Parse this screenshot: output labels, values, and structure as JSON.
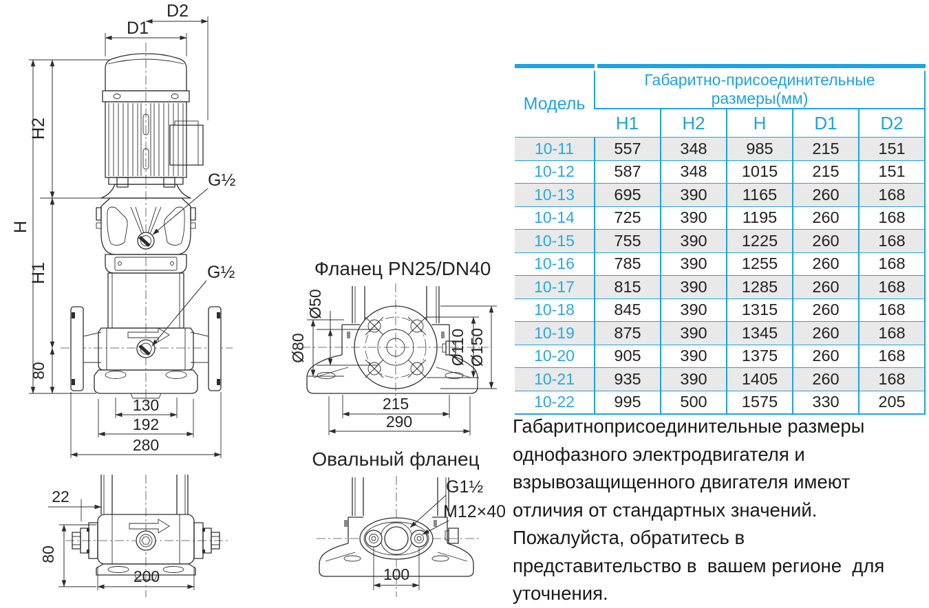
{
  "drawing": {
    "main_view": {
      "dims": {
        "d2": "D2",
        "d1": "D1",
        "h2": "H2",
        "h": "H",
        "h1": "H1",
        "v80": "80",
        "b130": "130",
        "b192": "192",
        "b280": "280"
      },
      "port_top": "G½",
      "port_mid": "G½"
    },
    "bottom_view": {
      "dims": {
        "v22": "22",
        "v80": "80",
        "b200": "200"
      }
    },
    "flange_view": {
      "title": "Фланец PN25/DN40",
      "dims": {
        "d50": "Ø50",
        "d80": "Ø80",
        "d110": "Ø110",
        "d150": "Ø150",
        "b215": "215",
        "b290": "290"
      }
    },
    "oval_view": {
      "title": "Овальный фланец",
      "thread": "G1½",
      "bolt": "M12×40",
      "dims": {
        "b100": "100"
      }
    }
  },
  "table": {
    "model_header": "Модель",
    "group_header": "Габаритно-присоединительные размеры(мм)",
    "columns": [
      "H1",
      "H2",
      "H",
      "D1",
      "D2"
    ],
    "rows": [
      {
        "model": "10-11",
        "h1": "557",
        "h2": "348",
        "h": "985",
        "d1": "215",
        "d2": "151"
      },
      {
        "model": "10-12",
        "h1": "587",
        "h2": "348",
        "h": "1015",
        "d1": "215",
        "d2": "151"
      },
      {
        "model": "10-13",
        "h1": "695",
        "h2": "390",
        "h": "1165",
        "d1": "260",
        "d2": "168"
      },
      {
        "model": "10-14",
        "h1": "725",
        "h2": "390",
        "h": "1195",
        "d1": "260",
        "d2": "168"
      },
      {
        "model": "10-15",
        "h1": "755",
        "h2": "390",
        "h": "1225",
        "d1": "260",
        "d2": "168"
      },
      {
        "model": "10-16",
        "h1": "785",
        "h2": "390",
        "h": "1255",
        "d1": "260",
        "d2": "168"
      },
      {
        "model": "10-17",
        "h1": "815",
        "h2": "390",
        "h": "1285",
        "d1": "260",
        "d2": "168"
      },
      {
        "model": "10-18",
        "h1": "845",
        "h2": "390",
        "h": "1315",
        "d1": "260",
        "d2": "168"
      },
      {
        "model": "10-19",
        "h1": "875",
        "h2": "390",
        "h": "1345",
        "d1": "260",
        "d2": "168"
      },
      {
        "model": "10-20",
        "h1": "905",
        "h2": "390",
        "h": "1375",
        "d1": "260",
        "d2": "168"
      },
      {
        "model": "10-21",
        "h1": "935",
        "h2": "390",
        "h": "1405",
        "d1": "260",
        "d2": "168"
      },
      {
        "model": "10-22",
        "h1": "995",
        "h2": "500",
        "h": "1575",
        "d1": "330",
        "d2": "205"
      }
    ]
  },
  "note": {
    "lines": [
      "Габаритноприсоединительные размеры",
      "однофазного электродвигателя и",
      "взрывозащищенного двигателя имеют",
      "отличия от стандартных значений.",
      "Пожалуйста, обратитесь в",
      "представительство в  вашем регионе  для",
      "уточнения."
    ]
  },
  "colors": {
    "accent_blue": "#1ea2e2",
    "model_blue": "#29a9e2",
    "row_stripe": "#e9e9e9",
    "line_dark": "#2d2d2d",
    "text_dark": "#242021"
  }
}
